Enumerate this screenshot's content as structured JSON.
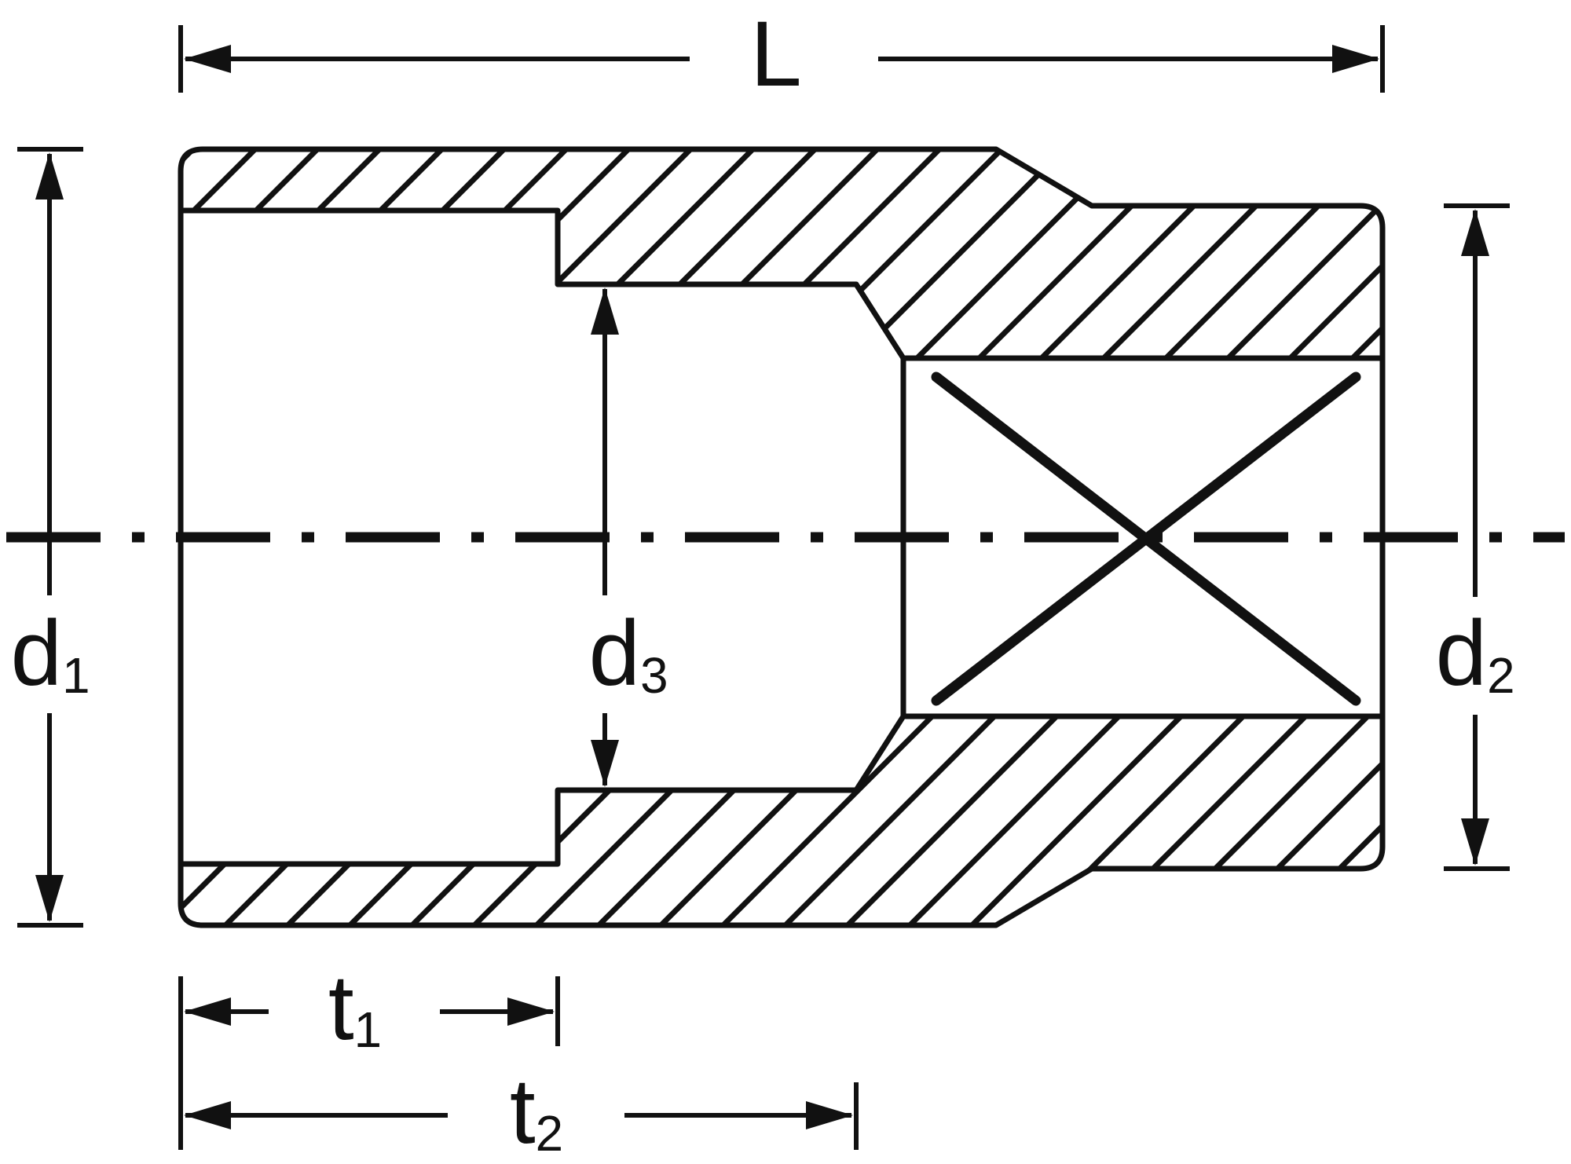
{
  "figure": {
    "type": "technical-drawing",
    "subject": "socket cross-section with dimension callouts",
    "background_color": "#ffffff",
    "line_color": "#111111"
  },
  "labels": {
    "length": {
      "main": "L",
      "sub": ""
    },
    "d1": {
      "main": "d",
      "sub": "1"
    },
    "d3": {
      "main": "d",
      "sub": "3"
    },
    "d2": {
      "main": "d",
      "sub": "2"
    },
    "t1": {
      "main": "t",
      "sub": "1"
    },
    "t2": {
      "main": "t",
      "sub": "2"
    }
  }
}
